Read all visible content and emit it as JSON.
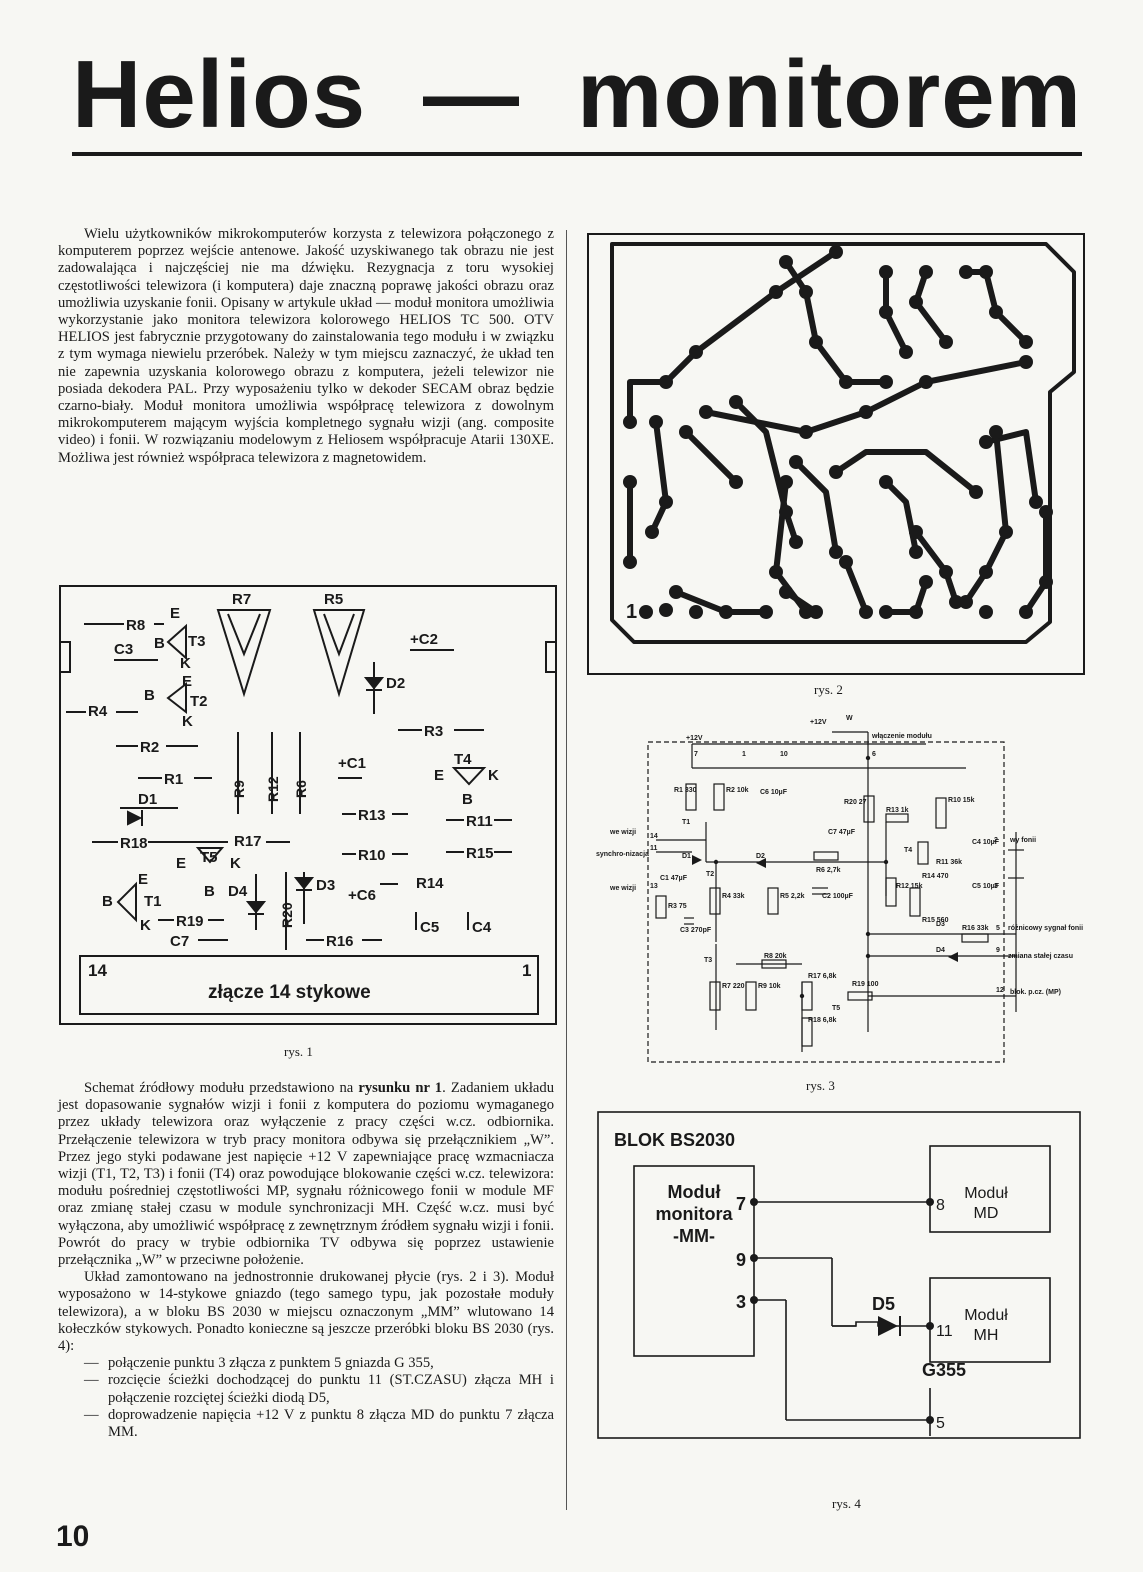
{
  "title": {
    "left": "Helios",
    "dash": "—",
    "right": "monitorem"
  },
  "intro": "Wielu użytkowników mikrokomputerów korzysta z telewizora połączonego z komputerem poprzez wejście antenowe. Jakość uzyskiwanego tak obrazu nie jest zadowalająca i najczęściej nie ma dźwięku. Rezygnacja z toru wysokiej częstotliwości telewizora (i komputera) daje znaczną poprawę jakości obrazu oraz umożliwia uzyskanie fonii. Opisany w artykule układ — moduł monitora umożliwia wykorzystanie jako monitora telewizora kolorowego HELIOS TC 500. OTV HELIOS jest fabrycznie przygotowany do zainstalowania tego modułu i w związku z tym wymaga niewielu przeróbek. Należy w tym miejscu zaznaczyć, że układ ten nie zapewnia uzyskania kolorowego obrazu z komputera, jeżeli telewizor nie posiada dekodera PAL. Przy wyposażeniu tylko w dekoder SECAM obraz będzie czarno-biały. Moduł monitora umożliwia współpracę telewizora z dowolnym mikrokomputerem mającym wyjścia kompletnego sygnału wizji (ang. composite video) i fonii. W rozwiązaniu modelowym z Heliosem współpracuje Atarii 130XE. Możliwa jest również współpraca telewizora z magnetowidem.",
  "body": {
    "p1_a": "Schemat źródłowy modułu przedstawiono na ",
    "p1_bold": "rysunku nr 1",
    "p1_b": ". Zadaniem układu jest dopasowanie sygnałów wizji i fonii z komputera do poziomu wymaganego przez układy telewizora oraz wyłączenie z pracy części w.cz. odbiornika. Przełączenie telewizora w tryb pracy monitora odbywa się przełącznikiem „W”. Przez jego styki podawane jest napięcie +12 V zapewniające pracę wzmacniacza wizji (T1, T2, T3) i fonii (T4) oraz powodujące blokowanie części w.cz. telewizora: modułu pośredniej częstotliwości MP, sygnału różnicowego fonii w module MF oraz zmianę stałej czasu w module synchronizacji MH. Część w.cz. musi być wyłączona, aby umożliwić współpracę z zewnętrznym źródłem sygnału wizji i fonii. Powrót do pracy w trybie odbiornika TV odbywa się poprzez ustawienie przełącznika „W” w przeciwne położenie.",
    "p2": "Układ zamontowano na jednostronnie drukowanej płycie (rys. 2 i 3). Moduł wyposażono w 14-stykowe gniazdo (tego samego typu, jak pozostałe moduły telewizora), a w bloku BS 2030 w miejscu oznaczonym „MM” wlutowano 14 kołeczków stykowych. Ponadto konieczne są jeszcze przeróbki bloku BS 2030 (rys. 4):",
    "items": [
      "połączenie punktu 3 złącza z punktem 5 gniazda G 355,",
      "rozcięcie ścieżki dochodzącej do punktu 11 (ST.CZASU) złącza MH i połączenie rozciętej ścieżki diodą D5,",
      "doprowadzenie napięcia +12 V z punktu 8 złącza MD do punktu 7 złącza MM."
    ]
  },
  "fig1": {
    "caption": "rys. 1",
    "labels": {
      "R7": "R7",
      "R5": "R5",
      "R8": "R8",
      "C3": "C3",
      "T3": "T3",
      "E": "E",
      "B": "B",
      "K": "K",
      "C2": "+C2",
      "D2": "D2",
      "R4": "R4",
      "T2": "T2",
      "R3": "R3",
      "R2": "R2",
      "R9": "R9",
      "R12": "R12",
      "R6": "R6",
      "C1": "+C1",
      "T4": "T4",
      "R1": "R1",
      "D1": "D1",
      "R13": "R13",
      "R11": "R11",
      "R18": "R18",
      "R17": "R17",
      "T5": "T5",
      "R10": "R10",
      "R15": "R15",
      "D4": "D4",
      "D3": "D3",
      "C6": "+C6",
      "R14": "R14",
      "T1": "T1",
      "R19": "R19",
      "R20": "R20",
      "C7": "C7",
      "R16": "R16",
      "C5": "C5",
      "C4": "C4"
    },
    "connector": {
      "left": "14",
      "right": "1",
      "label": "złącze 14 stykowe"
    }
  },
  "fig2": {
    "caption": "rys. 2",
    "pin": "1"
  },
  "fig3": {
    "caption": "rys. 3",
    "labels": {
      "v12top": "+12V",
      "sw": "W",
      "switch_desc": "włączenie modułu",
      "v12": "+12V",
      "p7": "7",
      "p1": "1",
      "p10": "10",
      "p6": "6",
      "in_video": "we wizji",
      "in_sync": "synchro-nizacja",
      "in_video2": "we wizji",
      "p14": "14",
      "p11": "11",
      "p13": "13",
      "R1": "R1 330",
      "R2": "R2 10k",
      "C6": "C6 10µF",
      "R20": "R20 27",
      "R13": "R13 1k",
      "R10": "R10 15k",
      "C4": "C4 10µF",
      "C7": "C7 47µF",
      "T1": "T1",
      "D1": "D1",
      "T2": "T2",
      "D2": "D2",
      "R6": "R6 2,7k",
      "T4": "T4",
      "R11": "R11 36k",
      "R14": "R14 470",
      "C5": "C5 10µF",
      "C1": "C1 47µF",
      "R4": "R4 33k",
      "R5": "R5 2,2k",
      "C2": "C2 100µF",
      "R12": "R12 15k",
      "R15": "R15 560",
      "R3": "R3 75",
      "C3": "C3 270pF",
      "D3": "D3",
      "R16": "R16 33k",
      "D4": "D4",
      "T3": "T3",
      "R8": "R8 20k",
      "R7": "R7 220",
      "R9": "R9 10k",
      "R17": "R17 6,8k",
      "R19": "R19 100",
      "T5": "T5",
      "R18": "R18 6,8k",
      "out_fonii": "wy fonii",
      "out_diff": "różnicowy sygnał fonii",
      "out_time": "zmiana stałej czasu",
      "out_mp": "blok. p.cz. (MP)",
      "p2": "2",
      "p3": "3",
      "p5": "5",
      "p9": "9",
      "p12": "12"
    }
  },
  "fig4": {
    "caption": "rys. 4",
    "block": "BLOK BS2030",
    "mm": [
      "Moduł",
      "monitora",
      "-MM-"
    ],
    "md": [
      "Moduł",
      "MD"
    ],
    "mh": [
      "Moduł",
      "MH"
    ],
    "d5": "D5",
    "g355": "G355",
    "pins": {
      "p7": "7",
      "p9": "9",
      "p3": "3",
      "p8": "8",
      "p11": "11",
      "p5": "5"
    }
  },
  "page_number": "10"
}
